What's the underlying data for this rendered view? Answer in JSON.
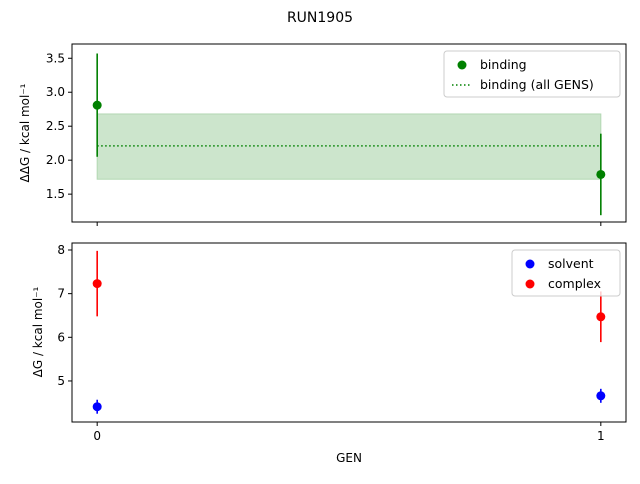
{
  "chart_data": [
    {
      "type": "scatter",
      "title": "RUN1905",
      "ylabel": "ΔΔG / kcal mol⁻¹",
      "xlim": [
        -0.05,
        1.05
      ],
      "ylim": [
        1.09,
        3.71
      ],
      "yticks": [
        "1.5",
        "2.0",
        "2.5",
        "3.0",
        "3.5"
      ],
      "ytick_values": [
        1.5,
        2.0,
        2.5,
        3.0,
        3.5
      ],
      "grid": false,
      "legend": "top-right",
      "series": [
        {
          "name": "binding",
          "kind": "errorbar-points",
          "color": "#008000",
          "x": [
            0,
            1
          ],
          "y": [
            2.81,
            1.79
          ],
          "err": [
            0.76,
            0.6
          ]
        },
        {
          "name": "binding (all GENS)",
          "kind": "dotted-line-with-band",
          "color": "#008000",
          "band_color": "#cce5cc",
          "x": [
            0,
            1
          ],
          "y": 2.21,
          "band": [
            1.72,
            2.68
          ]
        }
      ]
    },
    {
      "type": "scatter",
      "xlabel": "GEN",
      "ylabel": "ΔG / kcal mol⁻¹",
      "xlim": [
        -0.05,
        1.05
      ],
      "ylim": [
        4.06,
        8.16
      ],
      "xticks": [
        "0",
        "1"
      ],
      "xtick_values": [
        0,
        1
      ],
      "yticks": [
        "5",
        "6",
        "7",
        "8"
      ],
      "ytick_values": [
        5,
        6,
        7,
        8
      ],
      "grid": false,
      "legend": "top-right",
      "series": [
        {
          "name": "solvent",
          "kind": "errorbar-points",
          "color": "#0000ff",
          "x": [
            0,
            1
          ],
          "y": [
            4.41,
            4.66
          ],
          "err": [
            0.16,
            0.16
          ]
        },
        {
          "name": "complex",
          "kind": "errorbar-points",
          "color": "#ff0000",
          "x": [
            0,
            1
          ],
          "y": [
            7.23,
            6.47
          ],
          "err": [
            0.75,
            0.58
          ]
        }
      ]
    }
  ]
}
